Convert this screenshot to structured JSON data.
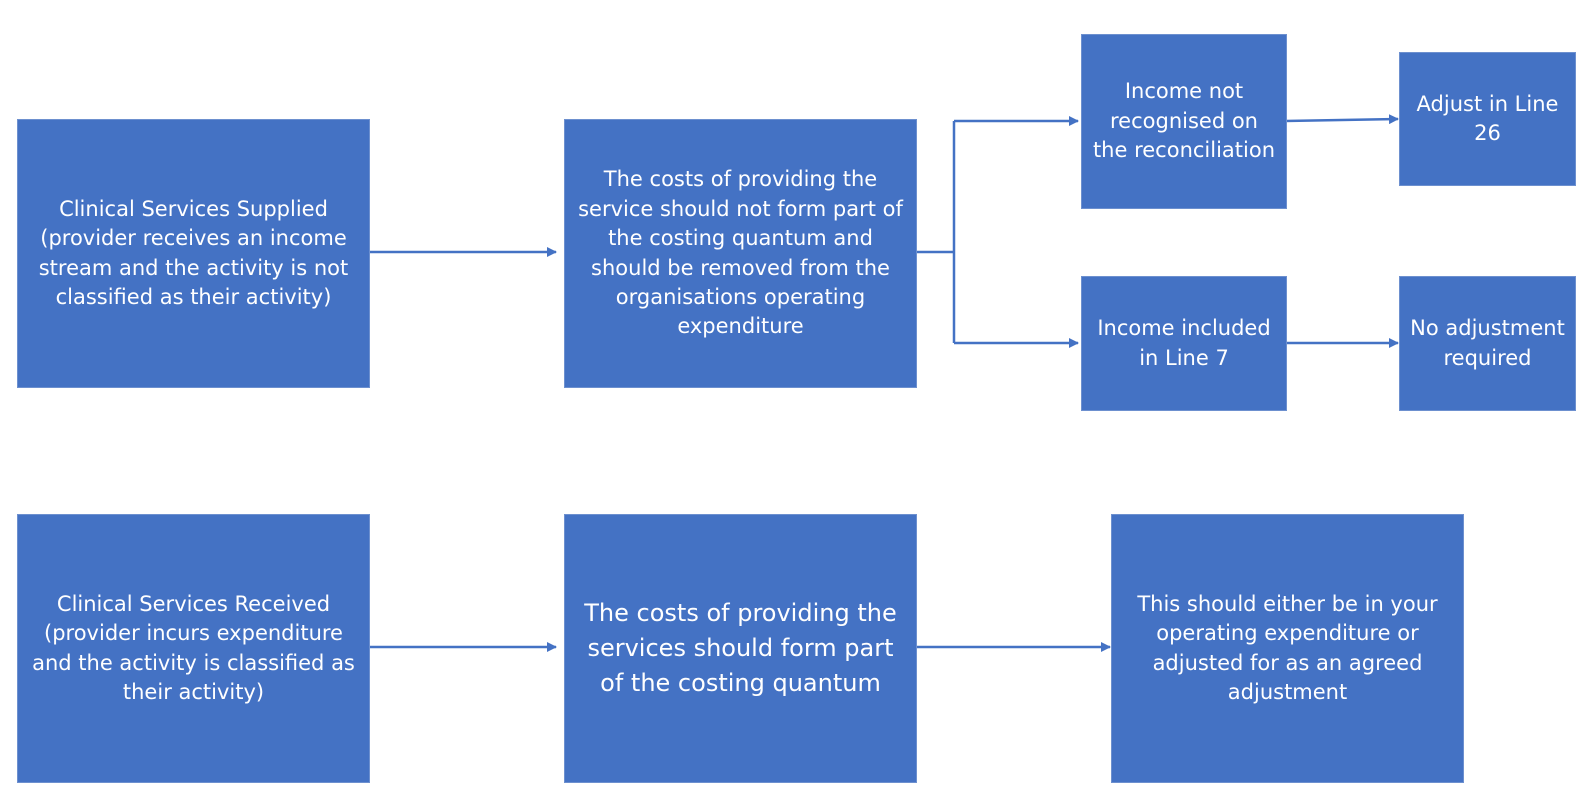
{
  "diagram": {
    "colors": {
      "box_fill": "#4472C4",
      "box_border": "#6d90cf",
      "arrow": "#4472C4",
      "text": "#ffffff"
    },
    "row1": {
      "supplied": "Clinical Services Supplied (provider receives an income stream and the activity is not classified as their activity)",
      "costs_not_part": "The costs of providing the service should not form part of the costing quantum and should be removed from the organisations operating expenditure",
      "income_not_recognised": "Income not recognised on the reconciliation",
      "adjust_line26": "Adjust in Line 26",
      "income_line7": "Income included in Line 7",
      "no_adjustment": "No adjustment required"
    },
    "row2": {
      "received": "Clinical Services Received (provider incurs expenditure and the activity is classified as their activity)",
      "costs_part": "The costs of providing the services should form part of the costing quantum",
      "either": "This should either be in your operating expenditure or adjusted for as an agreed adjustment"
    }
  }
}
